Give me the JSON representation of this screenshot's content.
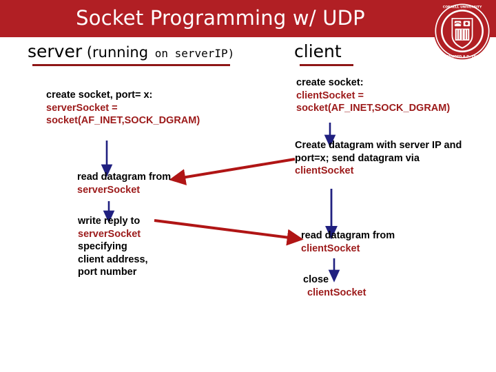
{
  "slide": {
    "title": "Socket Programming w/ UDP",
    "header_color": "#b11f24",
    "accent_red": "#9c1a1a",
    "arrow_navy": "#202080",
    "arrow_red": "#b01515",
    "logo": "cornell-university-seal"
  },
  "columns": {
    "server": {
      "heading_main": "server",
      "heading_paren_open": "(running",
      "heading_on": "on",
      "heading_ip": "serverIP)",
      "steps": [
        {
          "id": "server-create-socket",
          "lines": [
            {
              "text": "create socket, port= x:",
              "color": "black"
            },
            {
              "text": "serverSocket =",
              "color": "red"
            },
            {
              "text": "socket(AF_INET,SOCK_DGRAM)",
              "color": "red"
            }
          ]
        },
        {
          "id": "server-read-datagram",
          "lines": [
            {
              "text": "read datagram from",
              "color": "black"
            },
            {
              "text": "serverSocket",
              "color": "red"
            }
          ]
        },
        {
          "id": "server-write-reply",
          "lines": [
            {
              "text": "write reply to",
              "color": "black"
            },
            {
              "text": "serverSocket",
              "color": "red"
            },
            {
              "text": "specifying",
              "color": "black"
            },
            {
              "text": "client address,",
              "color": "black"
            },
            {
              "text": "port number",
              "color": "black"
            }
          ]
        }
      ]
    },
    "client": {
      "heading_main": "client",
      "steps": [
        {
          "id": "client-create-socket",
          "lines": [
            {
              "text": "create socket:",
              "color": "black"
            },
            {
              "text": "clientSocket =",
              "color": "red"
            },
            {
              "text": "socket(AF_INET,SOCK_DGRAM)",
              "color": "red"
            }
          ]
        },
        {
          "id": "client-create-datagram",
          "lines": [
            {
              "text": "Create datagram with server IP and",
              "color": "black"
            },
            {
              "text": "port=x; send datagram via",
              "color": "black"
            },
            {
              "text": "clientSocket",
              "color": "red"
            }
          ]
        },
        {
          "id": "client-read-datagram",
          "lines": [
            {
              "text": "read datagram from",
              "color": "black"
            },
            {
              "text": "clientSocket",
              "color": "red"
            }
          ]
        },
        {
          "id": "client-close",
          "lines": [
            {
              "text": "close",
              "color": "black"
            },
            {
              "text": "clientSocket",
              "color": "red"
            }
          ]
        }
      ]
    }
  },
  "flow_arrows": [
    {
      "name": "server-create-to-read",
      "kind": "vertical",
      "color": "navy"
    },
    {
      "name": "server-read-to-write",
      "kind": "vertical",
      "color": "navy"
    },
    {
      "name": "client-create-to-datagram",
      "kind": "vertical",
      "color": "navy"
    },
    {
      "name": "client-datagram-to-read",
      "kind": "vertical",
      "color": "navy"
    },
    {
      "name": "client-read-to-close",
      "kind": "vertical",
      "color": "navy"
    },
    {
      "name": "client-send-to-server-read",
      "kind": "diagonal",
      "color": "red"
    },
    {
      "name": "server-reply-to-client-read",
      "kind": "diagonal",
      "color": "red"
    }
  ]
}
